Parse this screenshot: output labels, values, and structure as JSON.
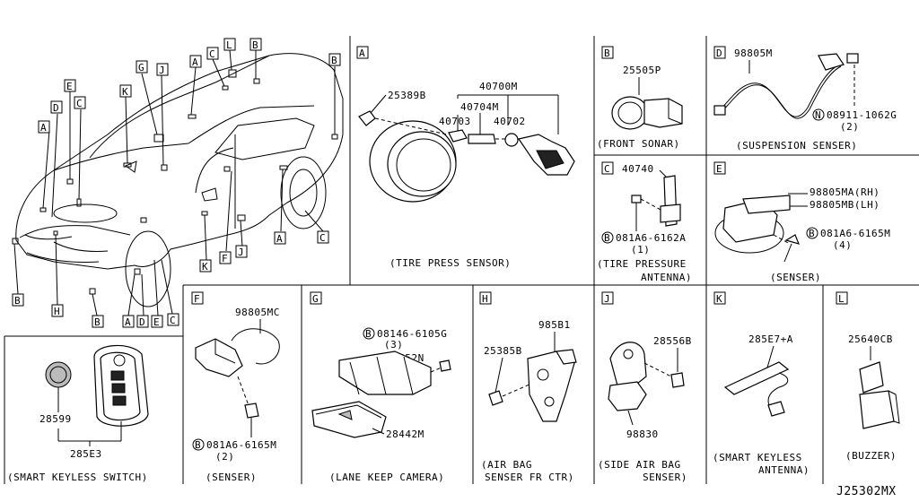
{
  "letters": {
    "A": "A",
    "B": "B",
    "C": "C",
    "D": "D",
    "E": "E",
    "F": "F",
    "G": "G",
    "H": "H",
    "J": "J",
    "K": "K",
    "L": "L"
  },
  "circled": {
    "N": "N",
    "B": "B"
  },
  "panels": {
    "A": {
      "parts": {
        "p1": "25389B",
        "p2": "40700M",
        "p3": "40704M",
        "p4": "40703",
        "p5": "40702"
      },
      "caption": "(TIRE PRESS SENSOR)"
    },
    "B": {
      "parts": {
        "p1": "25505P"
      },
      "caption": "(FRONT SONAR)"
    },
    "C": {
      "parts": {
        "p1": "40740",
        "bolt": "081A6-6162A",
        "bolt_qty": "(1)"
      },
      "caption_l1": "(TIRE PRESSURE",
      "caption_l2": "ANTENNA)"
    },
    "D": {
      "parts": {
        "p1": "98805M",
        "nut": "08911-1062G",
        "nut_qty": "(2)"
      },
      "caption": "(SUSPENSION SENSER)"
    },
    "E": {
      "parts": {
        "p1": "98805MA(RH)",
        "p2": "98805MB(LH)",
        "bolt": "081A6-6165M",
        "bolt_qty": "(4)"
      },
      "caption": "(SENSER)"
    },
    "F": {
      "parts": {
        "p1": "98805MC",
        "bolt": "081A6-6165M",
        "bolt_qty": "(2)"
      },
      "caption": "(SENSER)"
    },
    "G": {
      "parts": {
        "bolt": "08146-6105G",
        "bolt_qty": "(3)",
        "p1": "28452N",
        "p2": "28442M"
      },
      "caption": "(LANE KEEP CAMERA)"
    },
    "H": {
      "parts": {
        "p1": "985B1",
        "p2": "25385B"
      },
      "caption_l1": "(AIR BAG",
      "caption_l2": "SENSER FR CTR)"
    },
    "J": {
      "parts": {
        "p1": "28556B",
        "p2": "98830"
      },
      "caption_l1": "(SIDE AIR BAG",
      "caption_l2": "SENSER)"
    },
    "K": {
      "parts": {
        "p1": "285E7+A"
      },
      "caption_l1": "(SMART KEYLESS",
      "caption_l2": "ANTENNA)"
    },
    "L": {
      "parts": {
        "p1": "25640CB"
      },
      "caption": "(BUZZER)"
    },
    "keyless": {
      "parts": {
        "p1": "28599",
        "p2": "285E3"
      },
      "caption": "(SMART KEYLESS SWITCH)"
    }
  },
  "diagram_id": "J25302MX"
}
